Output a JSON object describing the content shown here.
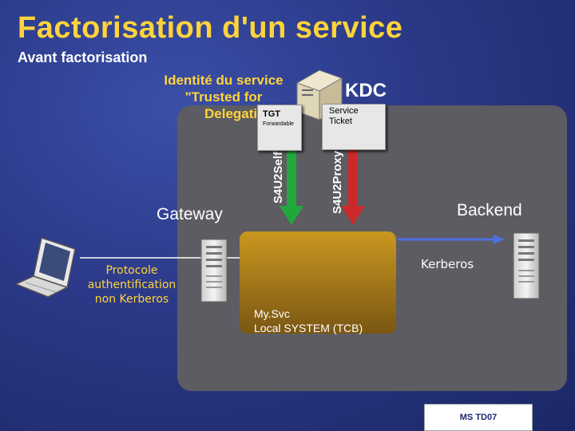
{
  "slide": {
    "title": "Factorisation d'un service",
    "subtitle": "Avant factorisation"
  },
  "identity": {
    "line1": "Identité du service",
    "line2": "\"Trusted for",
    "line3": "Delegati"
  },
  "kdc_label": "KDC",
  "tickets": {
    "tgt": {
      "title": "TGT",
      "sub": "Forwardable"
    },
    "service": {
      "line1": "Service",
      "line2": "Ticket"
    }
  },
  "arrows": {
    "s4u2self": "S4U2Self",
    "s4u2proxy": "S4U2Proxy"
  },
  "gateway_label": "Gateway",
  "backend_label": "Backend",
  "kerberos_label": "Kerberos",
  "protocol": {
    "line1": "Protocole",
    "line2": "authentification",
    "line3": "non Kerberos"
  },
  "service": {
    "line1": "My.Svc",
    "line2": "Local SYSTEM (TCB)"
  },
  "logo": {
    "text": "MS TD07"
  },
  "colors": {
    "title": "#ffd43a",
    "panel": "#5c5c62",
    "green_arrow": "#22a83a",
    "red_arrow": "#cc2a2a",
    "blue_arrow": "#4d6fe0",
    "service_box": "#9e7418"
  }
}
